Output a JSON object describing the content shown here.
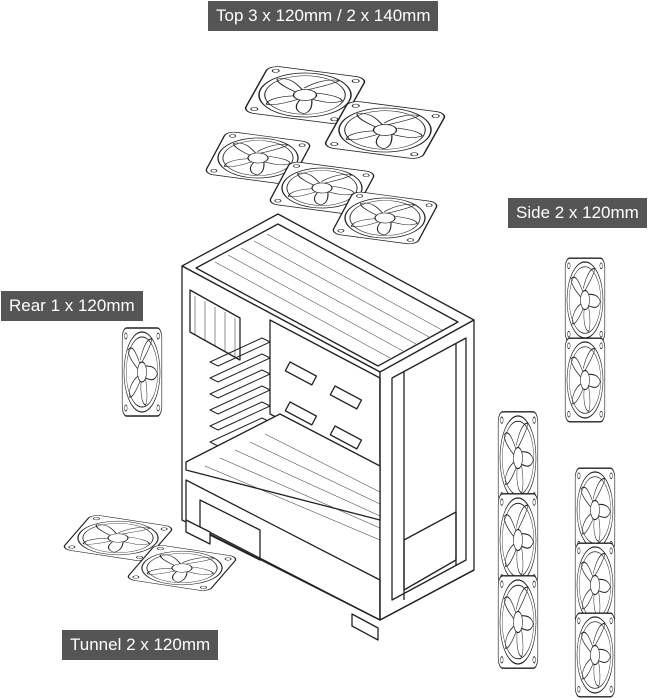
{
  "labels": {
    "top": "Top 3 x 120mm / 2 x 140mm",
    "side": "Side 2 x 120mm",
    "rear": "Rear 1 x 120mm",
    "tunnel": "Tunnel 2 x 120mm"
  },
  "colors": {
    "label_bg": "#555555",
    "label_text": "#ffffff",
    "line": "#222222",
    "background": "#ffffff"
  },
  "icons": {
    "fan": "fan-icon",
    "case": "pc-case-illustration"
  }
}
